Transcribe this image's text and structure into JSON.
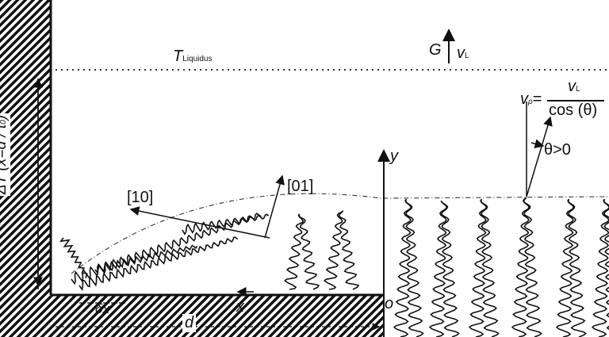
{
  "labels": {
    "t_liquidus": "T",
    "t_liquidus_sub": "Liquidus",
    "gradient": "G",
    "velocity_liquidus": "v",
    "velocity_liquidus_sub": "L",
    "v_rho": "v",
    "v_rho_sub": "ρ",
    "equals": "=",
    "fraction_numerator": "v",
    "fraction_numerator_sub": "L",
    "fraction_denominator": "cos (θ)",
    "theta_condition": "θ>0",
    "y_axis": "y",
    "direction_01": "[01]",
    "direction_10": "[10]",
    "undercooling": "ΔT (x=d / t",
    "undercooling_sub": "0",
    "undercooling_close": ")",
    "delta_x": "δx",
    "distance_d": "d",
    "x_axis": "x",
    "origin": "o"
  }
}
